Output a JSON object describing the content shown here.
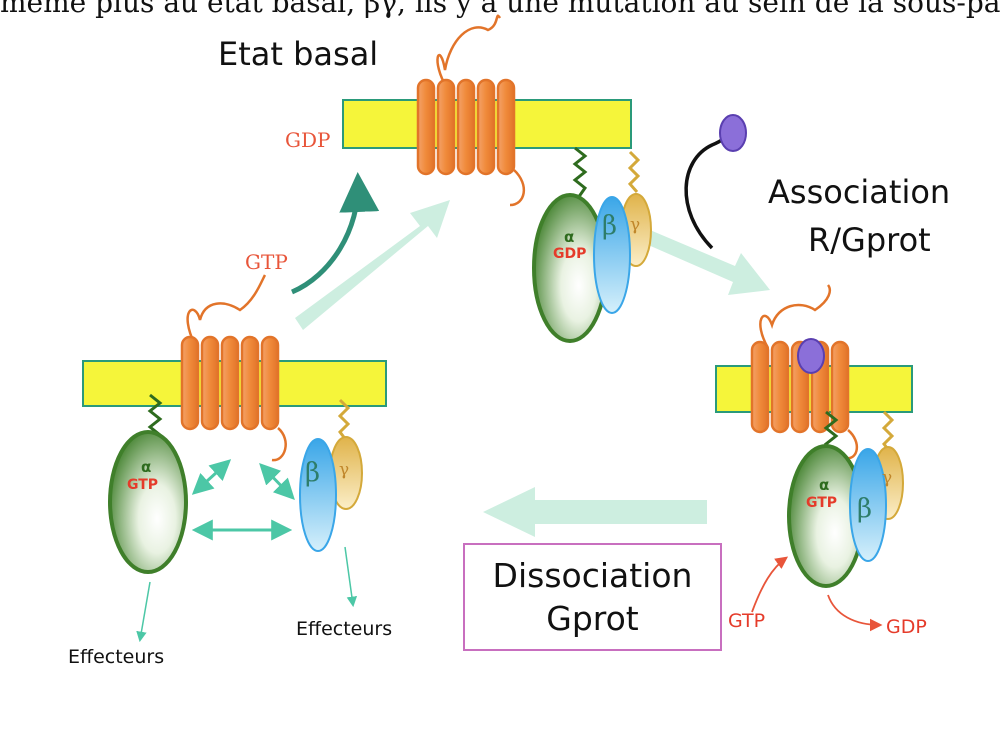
{
  "header_fragment": "mème plus au état basal, βγ, ils y a une mutation au sein de la sous-partie",
  "labels": {
    "etat_basal": "Etat basal",
    "association_line1": "Association",
    "association_line2": "R/Gprot",
    "dissociation_line1": "Dissociation",
    "dissociation_line2": "Gprot",
    "gdp_top": "GDP",
    "gtp_left": "GTP",
    "gtp_bottom_right": "GTP",
    "gdp_bottom_right": "GDP",
    "effecteurs_left": "Effecteurs",
    "effecteurs_middle": "Effecteurs"
  },
  "subunits": {
    "alpha": "α",
    "beta": "β",
    "gamma": "γ",
    "alpha_top_nucleotide": "GDP",
    "alpha_left_nucleotide": "GTP",
    "alpha_right_nucleotide": "GTP"
  },
  "colors": {
    "membrane": "#f5f53a",
    "membrane_border": "#2a9a7a",
    "receptor": "#f08a3a",
    "alpha": "#3f7f2a",
    "beta": "#5bc4f0",
    "gamma": "#e8c35a",
    "big_arrow": "#cdeee0",
    "teal_arrow": "#4cc7a6",
    "ligand": "#8b6fd9",
    "red_text": "#e8553a",
    "dissoc_border": "#c86fbf"
  }
}
